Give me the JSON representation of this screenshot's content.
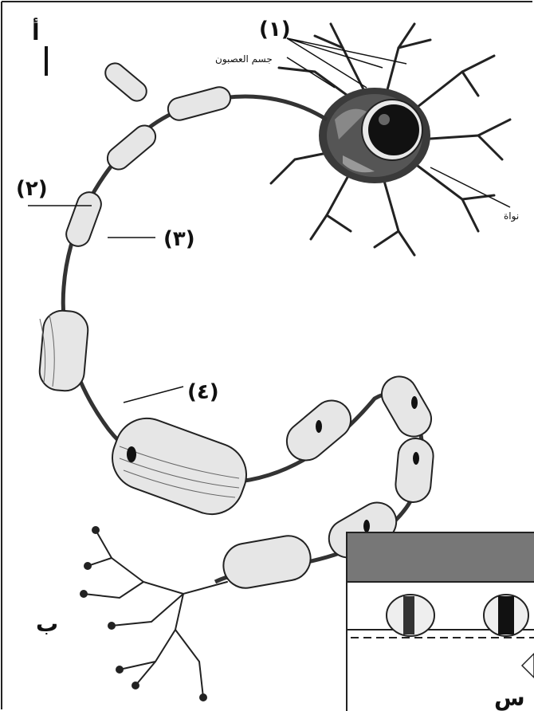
{
  "figure": {
    "panel_a_label": "أ",
    "panel_b_label": "ب",
    "panel_c_partial_label": "س",
    "labels": {
      "n1": "(١)",
      "n2": "(٢)",
      "n3": "(٣)",
      "n4": "(٤)",
      "cell_body": "جسم العصبون",
      "nucleus": "نواة"
    }
  }
}
